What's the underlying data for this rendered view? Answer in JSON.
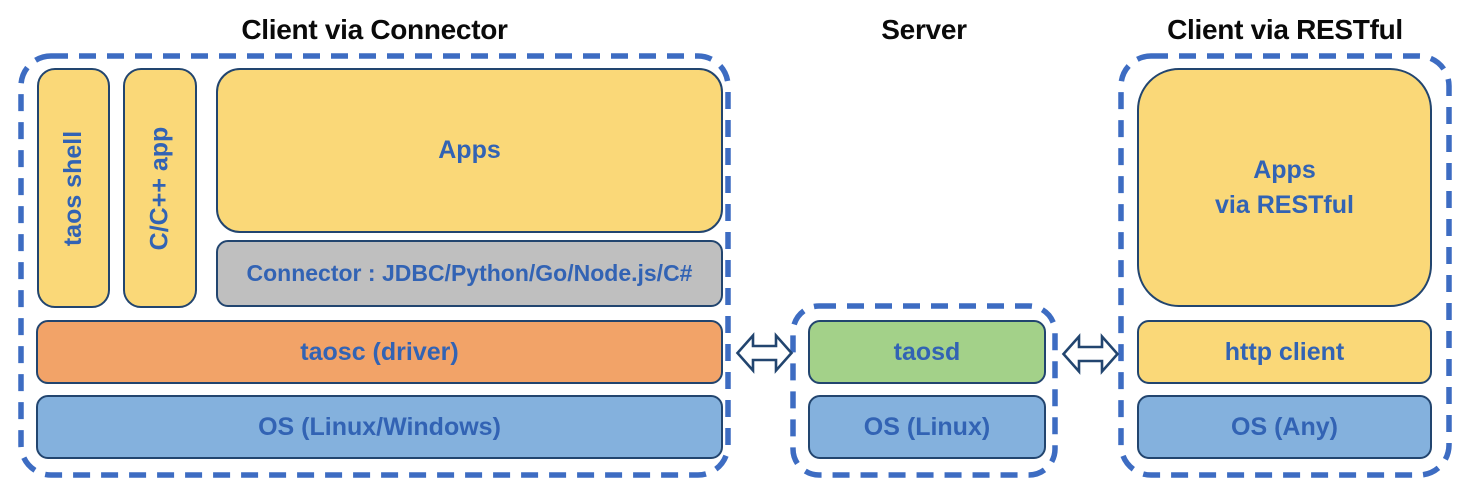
{
  "colors": {
    "box_yellow": "#FAD878",
    "box_gray": "#BFBFBF",
    "box_orange": "#F2A368",
    "box_blue": "#84B1DD",
    "box_green": "#A3D189",
    "border_navy": "#22456F",
    "dashed_blue": "#3D6CC2",
    "label_blue": "#3263B4",
    "title_black": "#0A0A0A"
  },
  "groups": [
    {
      "title": "Client via Connector",
      "boxes": {
        "taos_shell": "taos shell",
        "cpp_app": "C/C++ app",
        "apps": "Apps",
        "connector": "Connector : JDBC/Python/Go/Node.js/C#",
        "taosc": "taosc (driver)",
        "os": "OS (Linux/Windows)"
      }
    },
    {
      "title": "Server",
      "boxes": {
        "taosd": "taosd",
        "os": "OS (Linux)"
      }
    },
    {
      "title": "Client via RESTful",
      "boxes": {
        "apps": "Apps\nvia RESTful",
        "http_client": "http client",
        "os": "OS (Any)"
      }
    }
  ]
}
